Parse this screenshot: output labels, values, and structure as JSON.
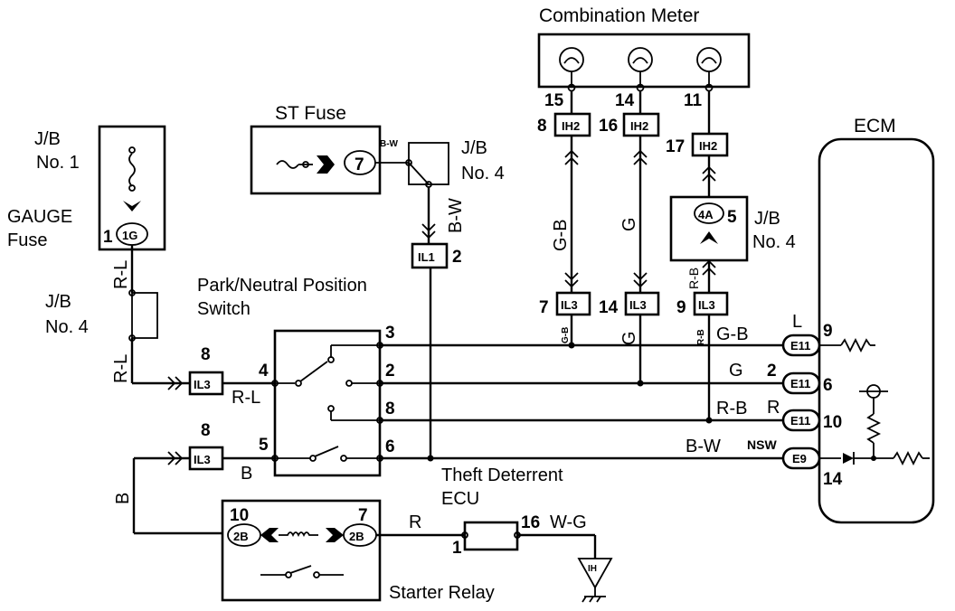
{
  "combination_meter": {
    "title": "Combination Meter",
    "pins": [
      "15",
      "14",
      "11"
    ],
    "connectors": [
      {
        "pin": "8",
        "code": "IH2"
      },
      {
        "pin": "16",
        "code": "IH2"
      },
      {
        "pin": "17",
        "code": "IH2"
      }
    ]
  },
  "ecm": {
    "title": "ECM",
    "connectors": [
      "E11",
      "E11",
      "E11",
      "E9"
    ],
    "pins": [
      "9",
      "6",
      "10",
      "14"
    ],
    "terminal_labels": [
      "L",
      "2",
      "R",
      "NSW"
    ]
  },
  "jb_no1": {
    "title": "J/B",
    "subtitle": "No. 1",
    "connector": "1G",
    "pin": "1"
  },
  "gauge_fuse": {
    "line1": "GAUGE",
    "line2": "Fuse"
  },
  "st_fuse": {
    "title": "ST Fuse",
    "connector": "7",
    "wire_label": "B-W"
  },
  "jb_no4_top": {
    "title": "J/B",
    "subtitle": "No. 4"
  },
  "jb_no4_left": {
    "title": "J/B",
    "subtitle": "No. 4"
  },
  "jb_no4_right": {
    "title": "J/B",
    "subtitle": "No. 4",
    "connector": "4A",
    "pin": "5"
  },
  "switch": {
    "line1": "Park/Neutral Position",
    "line2": "Switch",
    "pins": [
      "3",
      "2",
      "8",
      "4",
      "5",
      "6"
    ]
  },
  "theft_ecu": {
    "line1": "Theft Deterrent",
    "line2": "ECU",
    "pins": [
      "1",
      "16"
    ]
  },
  "starter_relay": {
    "title": "Starter Relay",
    "connector": "2B",
    "pins": [
      "10",
      "7"
    ]
  },
  "ground": {
    "code": "IH"
  },
  "il_connectors": [
    {
      "code": "IL1",
      "pin": "2"
    },
    {
      "code": "IL3",
      "pin": "7"
    },
    {
      "code": "IL3",
      "pin": "14"
    },
    {
      "code": "IL3",
      "pin": "9"
    },
    {
      "code": "IL3",
      "pin": "8"
    },
    {
      "code": "IL3",
      "pin": "8"
    }
  ],
  "wires": {
    "rl_upper": "R-L",
    "rl_mid": "R-L",
    "rl_switch": "R-L",
    "bw_vertical": "B-W",
    "gb_vertical": "G-B",
    "g_vertical": "G",
    "rb_vertical": "R-B",
    "gb_small": "G-B",
    "g_mid": "G",
    "rb_small": "R-B",
    "gb_h": "G-B",
    "g_h": "G",
    "rb_h": "R-B",
    "bw_h": "B-W",
    "b_switch": "B",
    "b_vertical": "B",
    "r_relay": "R",
    "wg_ecu": "W-G"
  }
}
